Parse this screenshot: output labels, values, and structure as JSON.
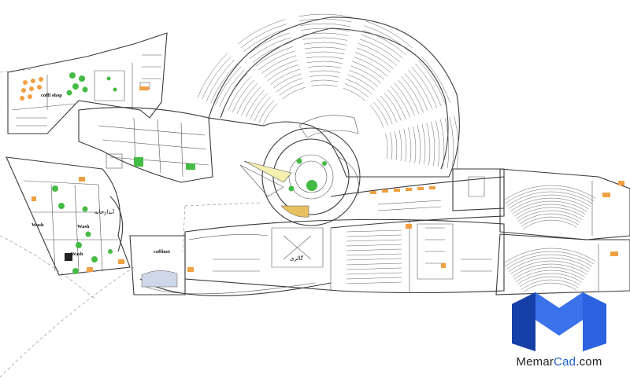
{
  "labels": {
    "coffee_shop": "coffi shop",
    "coffee_net": "coffinet",
    "gallery": "گالری",
    "arabic_room": "آبدارخانه",
    "room_a": "Wash",
    "room_b": "Wash",
    "room_c": "Wash"
  },
  "brand": {
    "name_main": "Memar",
    "name_accent": "Cad",
    "name_suffix": ".com",
    "accent_color": "#1f5fc8",
    "logo_color": "#1f4fd0"
  }
}
